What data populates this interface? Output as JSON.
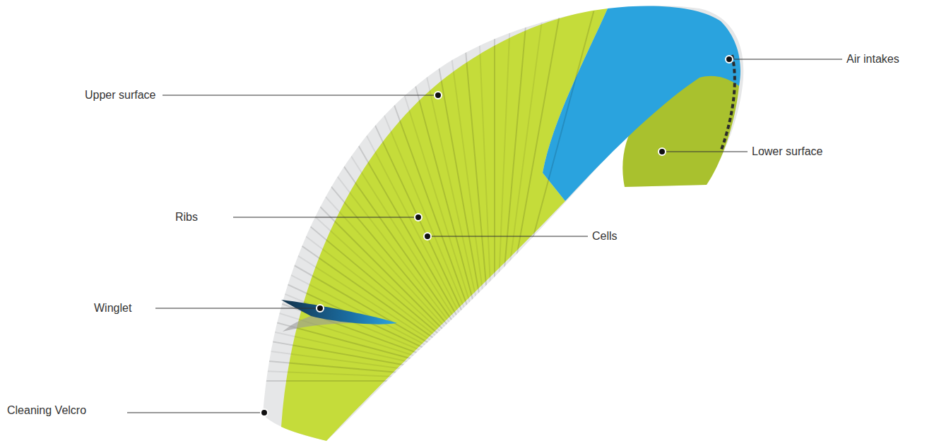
{
  "diagram": {
    "labels": [
      "Upper surface",
      "Air intakes",
      "Lower surface",
      "Ribs",
      "Cells",
      "Winglet",
      "Cleaning Velcro"
    ]
  }
}
